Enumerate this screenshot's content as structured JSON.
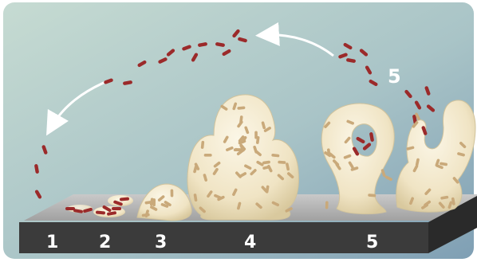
{
  "diagram": {
    "stage_labels": [
      "1",
      "2",
      "3",
      "4",
      "5"
    ],
    "dispersal_label": "5"
  },
  "colors": {
    "background_top": "#b9d2cc",
    "background_bottom": "#7fa2b3",
    "slab_top": "#b3b3b3",
    "slab_front": "#3a3a3a",
    "label_white": "#ffffff",
    "biofilm_fill": "#f3ead2",
    "biofilm_edge": "#cdbf95",
    "bacteria": "#9b2a2a"
  }
}
